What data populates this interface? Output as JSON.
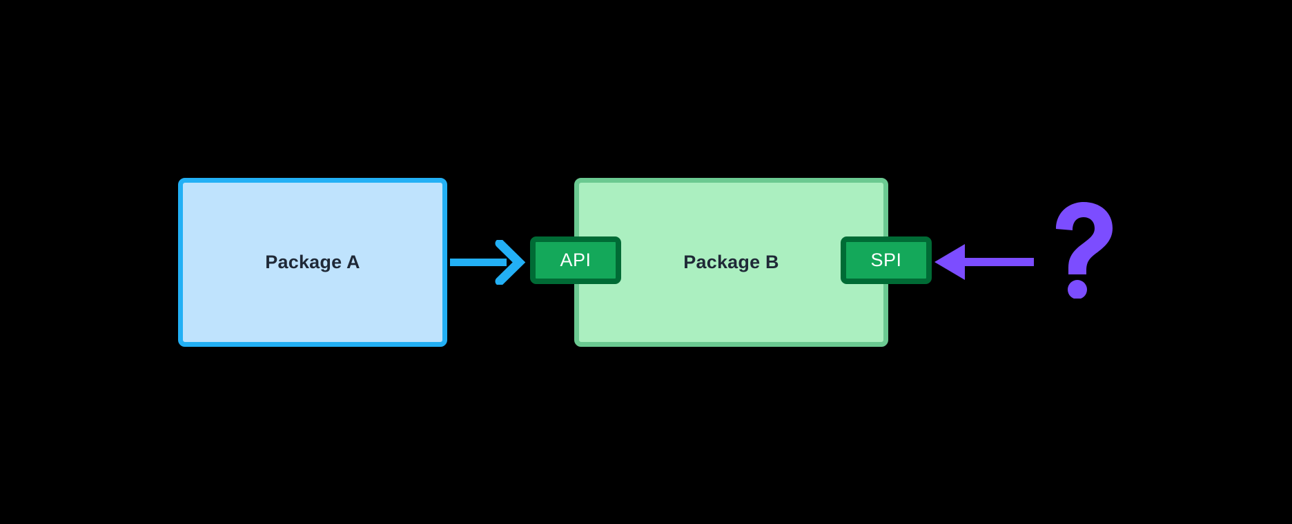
{
  "diagram": {
    "title": "Package A to Package B API/SPI dependency diagram",
    "background_color": "#000000",
    "nodes": [
      {
        "id": "package-a",
        "label": "Package A",
        "kind": "package-box",
        "fill_color": "#bfe3fd",
        "border_color": "#23b0f5",
        "text_color": "#1f2937"
      },
      {
        "id": "package-b",
        "label": "Package B",
        "kind": "package-box",
        "fill_color": "#abefc0",
        "border_color": "#6bc991",
        "text_color": "#1f2937"
      },
      {
        "id": "api",
        "label": "API",
        "kind": "interface-badge",
        "attached_to": "package-b",
        "side": "left",
        "fill_color": "#14a85a",
        "border_color": "#006b35",
        "text_color": "#ffffff"
      },
      {
        "id": "spi",
        "label": "SPI",
        "kind": "interface-badge",
        "attached_to": "package-b",
        "side": "right",
        "fill_color": "#14a85a",
        "border_color": "#006b35",
        "text_color": "#ffffff"
      },
      {
        "id": "unknown-provider",
        "label": "?",
        "kind": "question-mark",
        "color": "#7c4dff"
      }
    ],
    "edges": [
      {
        "id": "a-to-api",
        "from": "package-a",
        "to": "api",
        "direction": "right",
        "head_style": "chevron",
        "color": "#23b0f5"
      },
      {
        "id": "unknown-to-spi",
        "from": "unknown-provider",
        "to": "spi",
        "direction": "left",
        "head_style": "filled-triangle",
        "color": "#7c4dff"
      }
    ]
  },
  "icons": {
    "arrow_right": "arrow-right-icon",
    "arrow_left": "arrow-left-icon",
    "question_mark": "question-mark-icon"
  }
}
